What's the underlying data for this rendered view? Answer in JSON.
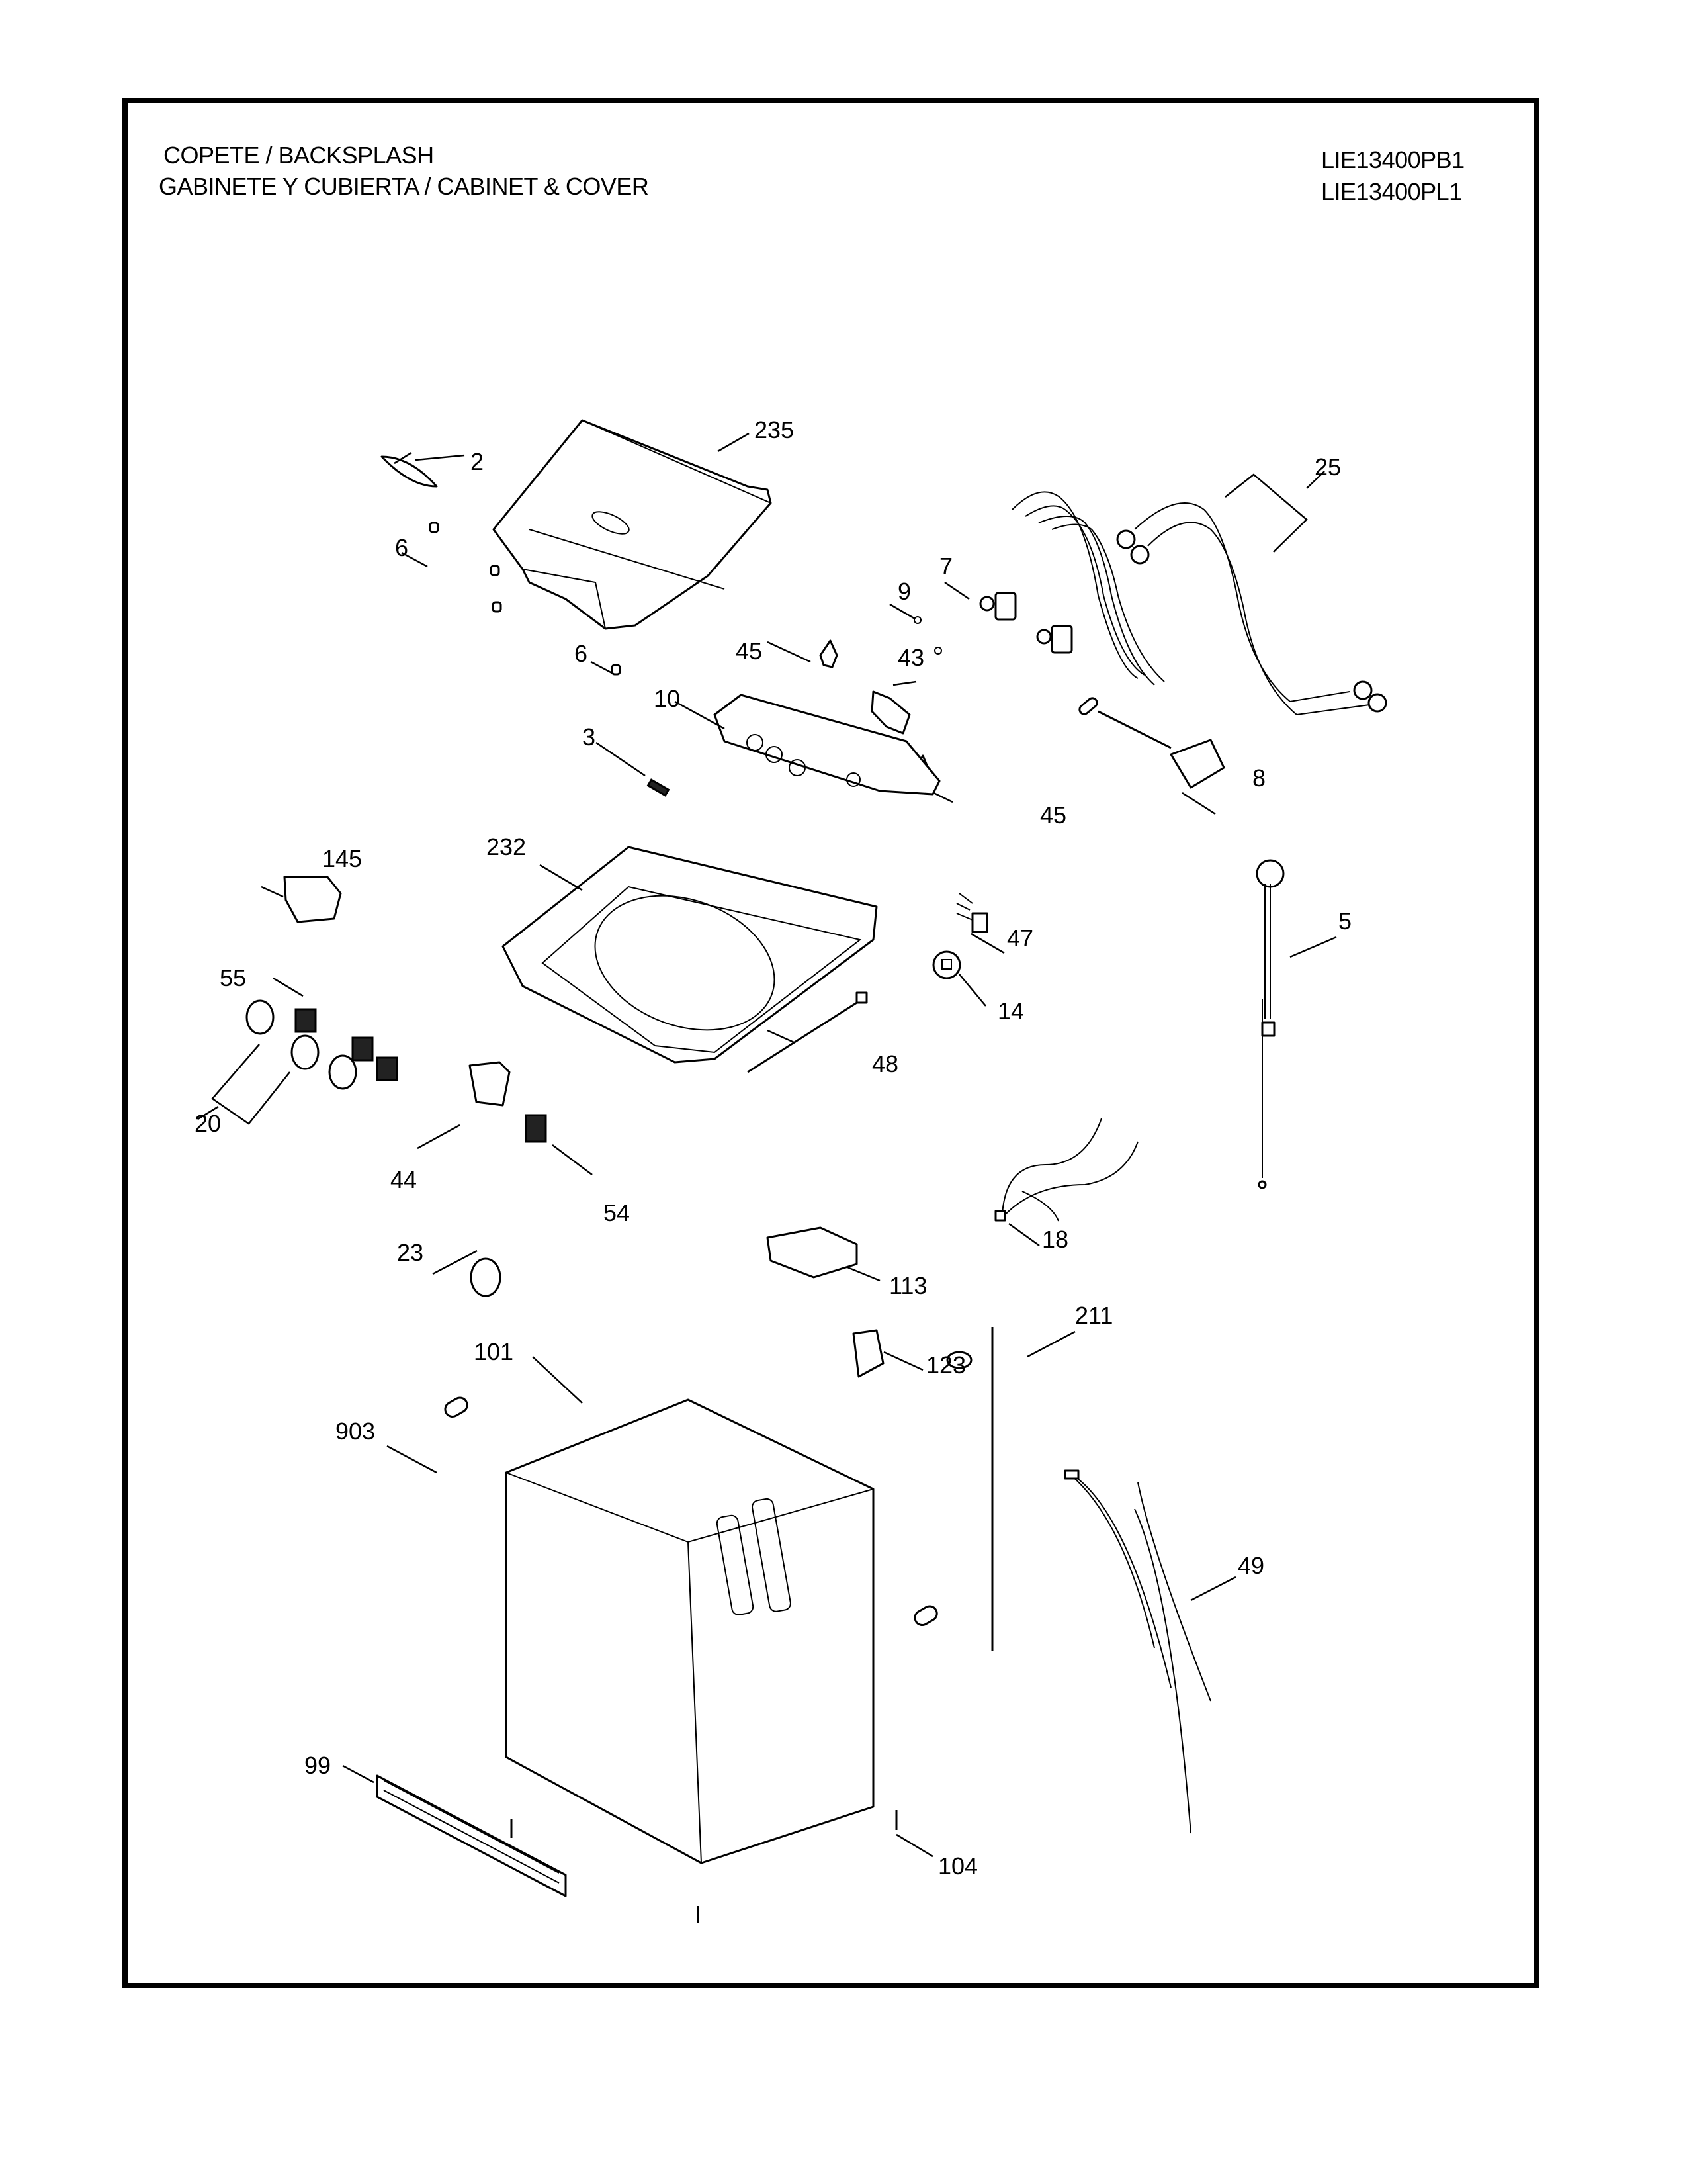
{
  "header": {
    "title_line1": "COPETE / BACKSPLASH",
    "title_line2": "GABINETE Y CUBIERTA / CABINET & COVER",
    "models": [
      "LIE13400PB1",
      "LIE13400PL1"
    ]
  },
  "callouts": {
    "p235": "235",
    "p2": "2",
    "p6a": "6",
    "p6b": "6",
    "p25": "25",
    "p7": "7",
    "p9": "9",
    "p45a": "45",
    "p43": "43",
    "p10": "10",
    "p3": "3",
    "p45b": "45",
    "p8": "8",
    "p145": "145",
    "p232": "232",
    "p5": "5",
    "p47": "47",
    "p55": "55",
    "p14": "14",
    "p20": "20",
    "p48": "48",
    "p44": "44",
    "p54": "54",
    "p18": "18",
    "p23": "23",
    "p113": "113",
    "p101": "101",
    "p211": "211",
    "p123": "123",
    "p903": "903",
    "p49": "49",
    "p99": "99",
    "p104": "104"
  }
}
